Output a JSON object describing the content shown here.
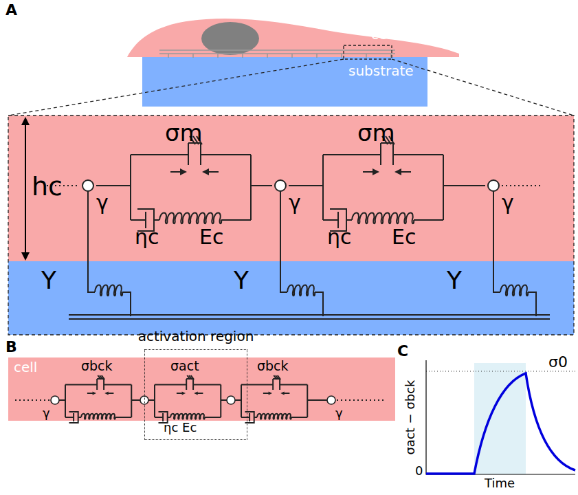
{
  "diagram": {
    "nodes": [
      {
        "text": [
          "cell"
        ]
      },
      {
        "text": [
          "substrate"
        ]
      },
      {
        "text": [
          "cell"
        ]
      },
      {
        "text": [
          "activation region"
        ],
        "in": 2
      }
    ],
    "labels": [
      "A",
      "σm",
      "σm",
      "γ",
      "γ",
      "γ",
      "hc",
      "ηc",
      "Ec",
      "ηc",
      "Ec",
      "Y",
      "Y",
      "Y",
      "B",
      "σbck",
      "σact",
      "σbck",
      "ηc Ec",
      "γ",
      "γ",
      "C",
      "σact − σbck",
      "σ0",
      "0",
      "Time"
    ]
  }
}
